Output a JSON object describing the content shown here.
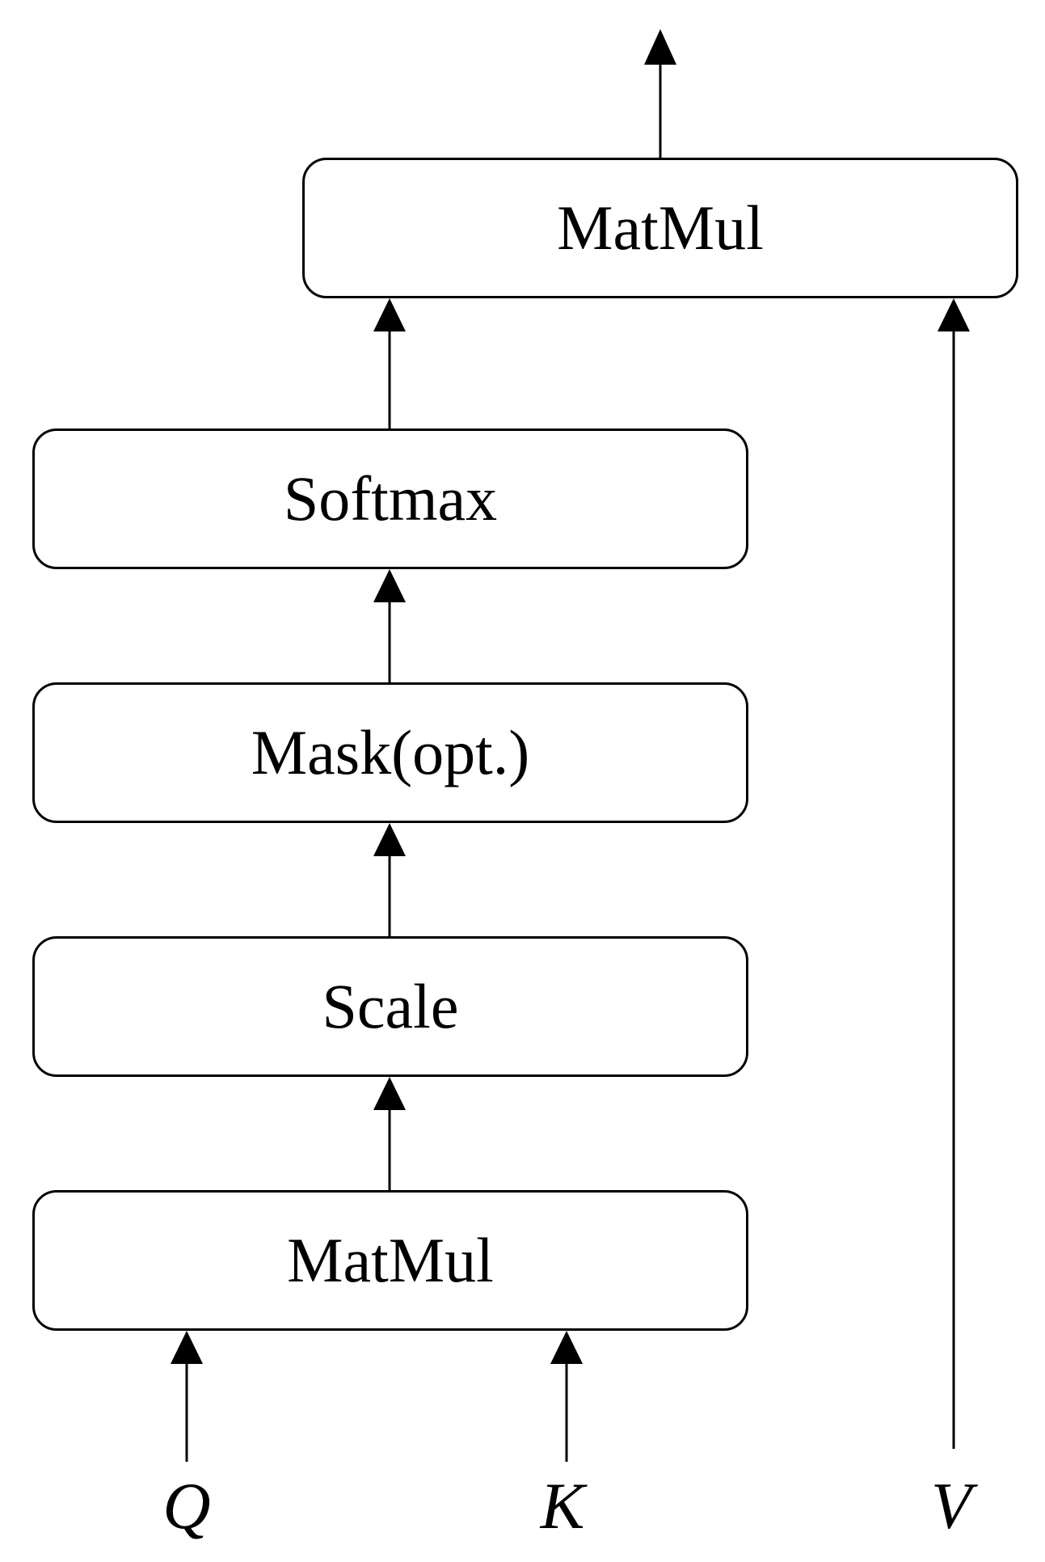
{
  "diagram": {
    "blocks": {
      "matmul_top": "MatMul",
      "softmax": "Softmax",
      "mask": "Mask(opt.)",
      "scale": "Scale",
      "matmul_bottom": "MatMul"
    },
    "inputs": {
      "q": "Q",
      "k": "K",
      "v": "V"
    }
  }
}
